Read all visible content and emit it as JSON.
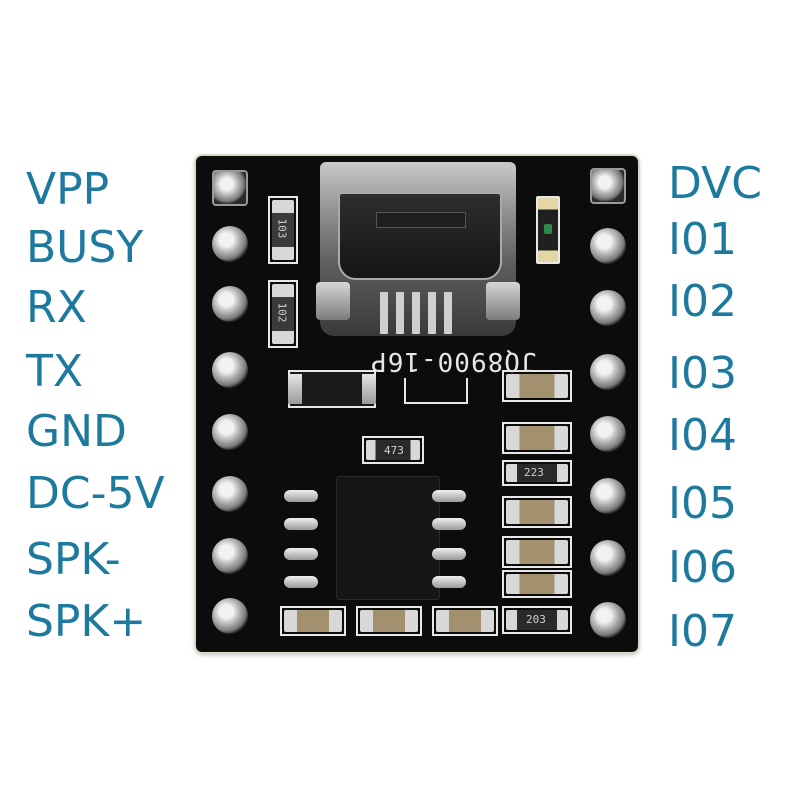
{
  "left_pins": [
    "VPP",
    "BUSY",
    "RX",
    "TX",
    "GND",
    "DC-5V",
    "SPK-",
    "SPK+"
  ],
  "right_pins": [
    "DVC",
    "I01",
    "I02",
    "I03",
    "I04",
    "I05",
    "I06",
    "I07"
  ],
  "board": {
    "part_marking": "JQ8900-16P",
    "resistor_markings": [
      "103",
      "102",
      "473",
      "223",
      "203"
    ]
  },
  "colors": {
    "label": "#1d7a9e",
    "board": "#0c0c0c",
    "silkscreen": "#e8e8e8"
  }
}
